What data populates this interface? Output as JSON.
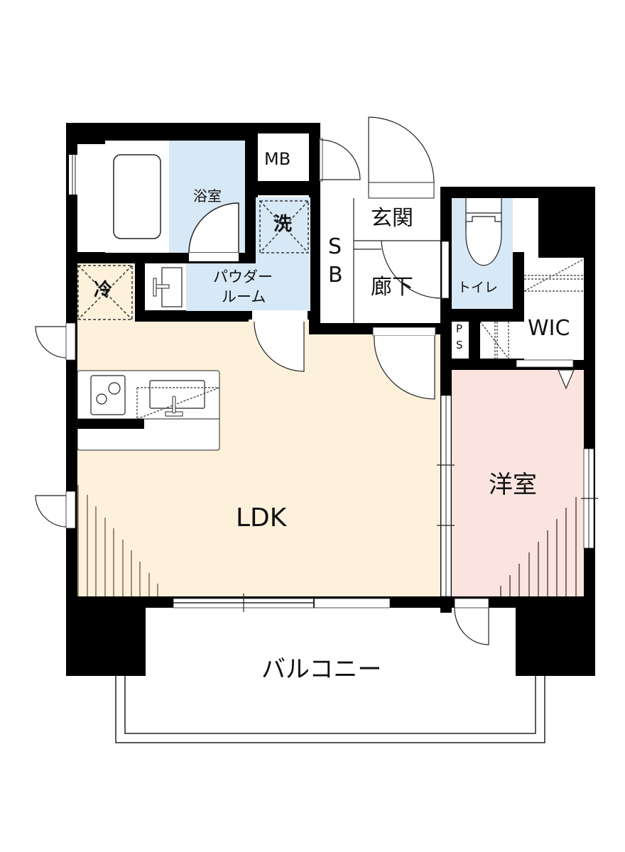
{
  "colors": {
    "wall": "#000000",
    "ldk_floor": "#fdf1dc",
    "bedroom_floor": "#fbe4df",
    "wet_area": "#d7e8f6",
    "fridge_space": "#fdf1dc",
    "background": "#ffffff"
  },
  "rooms": {
    "ldk": "LDK",
    "bedroom": "洋室",
    "bathroom": "浴室",
    "powder_room_line1": "パウダー",
    "powder_room_line2": "ルーム",
    "washer": "洗",
    "fridge": "冷",
    "meter_box": "MB",
    "entrance": "玄関",
    "hallway": "廊下",
    "shoe_box_s": "S",
    "shoe_box_b": "B",
    "toilet": "トイレ",
    "walk_in_closet": "WIC",
    "pipe_space_p": "P",
    "pipe_space_s": "S",
    "balcony": "バルコニー"
  }
}
